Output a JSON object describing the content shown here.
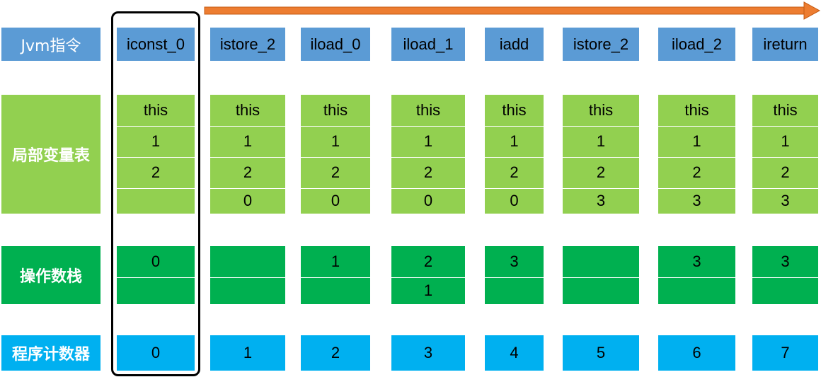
{
  "row_labels": {
    "instruction": "Jvm指令",
    "local_vars": "局部变量表",
    "operand_stack": "操作数栈",
    "program_counter": "程序计数器"
  },
  "columns": [
    {
      "instruction": "iconst_0",
      "local_vars": [
        "this",
        "1",
        "2",
        ""
      ],
      "stack": [
        "0",
        ""
      ],
      "pc": "0"
    },
    {
      "instruction": "istore_2",
      "local_vars": [
        "this",
        "1",
        "2",
        "0"
      ],
      "stack": [
        "",
        ""
      ],
      "pc": "1"
    },
    {
      "instruction": "iload_0",
      "local_vars": [
        "this",
        "1",
        "2",
        "0"
      ],
      "stack": [
        "1",
        ""
      ],
      "pc": "2"
    },
    {
      "instruction": "iload_1",
      "local_vars": [
        "this",
        "1",
        "2",
        "0"
      ],
      "stack": [
        "2",
        "1"
      ],
      "pc": "3"
    },
    {
      "instruction": "iadd",
      "local_vars": [
        "this",
        "1",
        "2",
        "0"
      ],
      "stack": [
        "3",
        ""
      ],
      "pc": "4"
    },
    {
      "instruction": "istore_2",
      "local_vars": [
        "this",
        "1",
        "2",
        "3"
      ],
      "stack": [
        "",
        ""
      ],
      "pc": "5"
    },
    {
      "instruction": "iload_2",
      "local_vars": [
        "this",
        "1",
        "2",
        "3"
      ],
      "stack": [
        "3",
        ""
      ],
      "pc": "6"
    },
    {
      "instruction": "ireturn",
      "local_vars": [
        "this",
        "1",
        "2",
        "3"
      ],
      "stack": [
        "3",
        ""
      ],
      "pc": "7"
    }
  ],
  "colors": {
    "instruction": "#5b9bd5",
    "local_vars": "#92d050",
    "operand_stack": "#00b050",
    "program_counter": "#00b0f0",
    "arrow": "#ed7d31"
  }
}
